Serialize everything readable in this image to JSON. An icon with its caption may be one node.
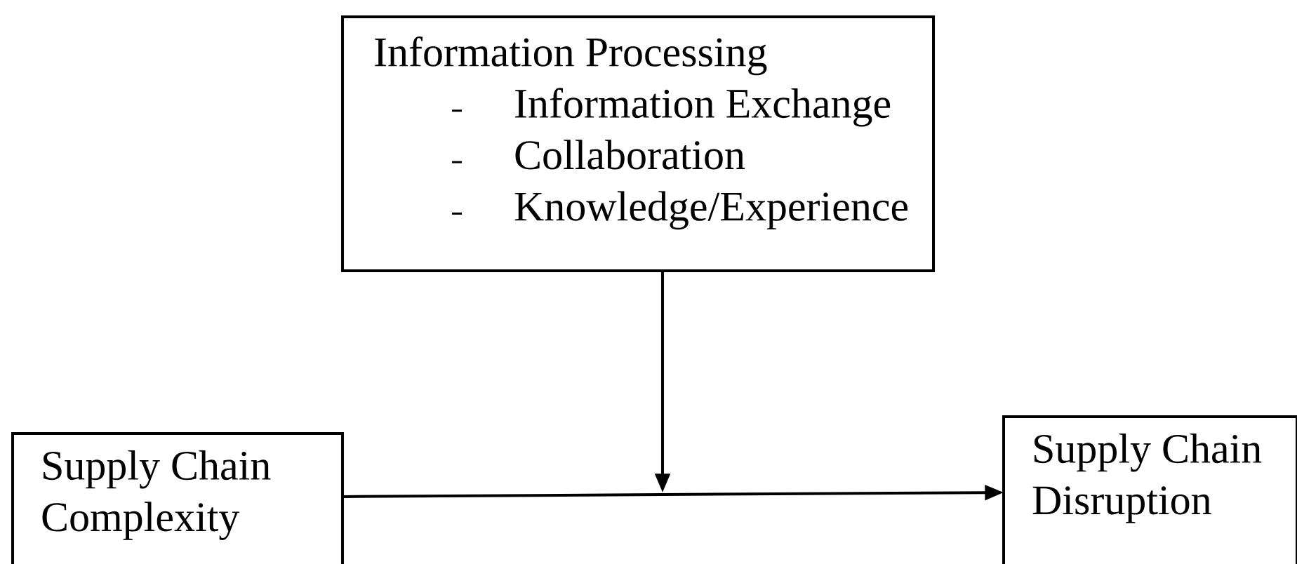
{
  "diagram": {
    "nodes": [
      {
        "text": [
          "Information Processing",
          "Information Exchange",
          "Collaboration",
          "Knowledge/Experience"
        ]
      },
      {
        "text": [
          "Supply Chain Complexity"
        ]
      },
      {
        "text": [
          "Supply Chain Disruption"
        ]
      }
    ],
    "edges": [
      {
        "from": 1,
        "to": 2,
        "arrow": "to"
      },
      {
        "from": 0,
        "to": null,
        "arrow": "to"
      }
    ]
  }
}
